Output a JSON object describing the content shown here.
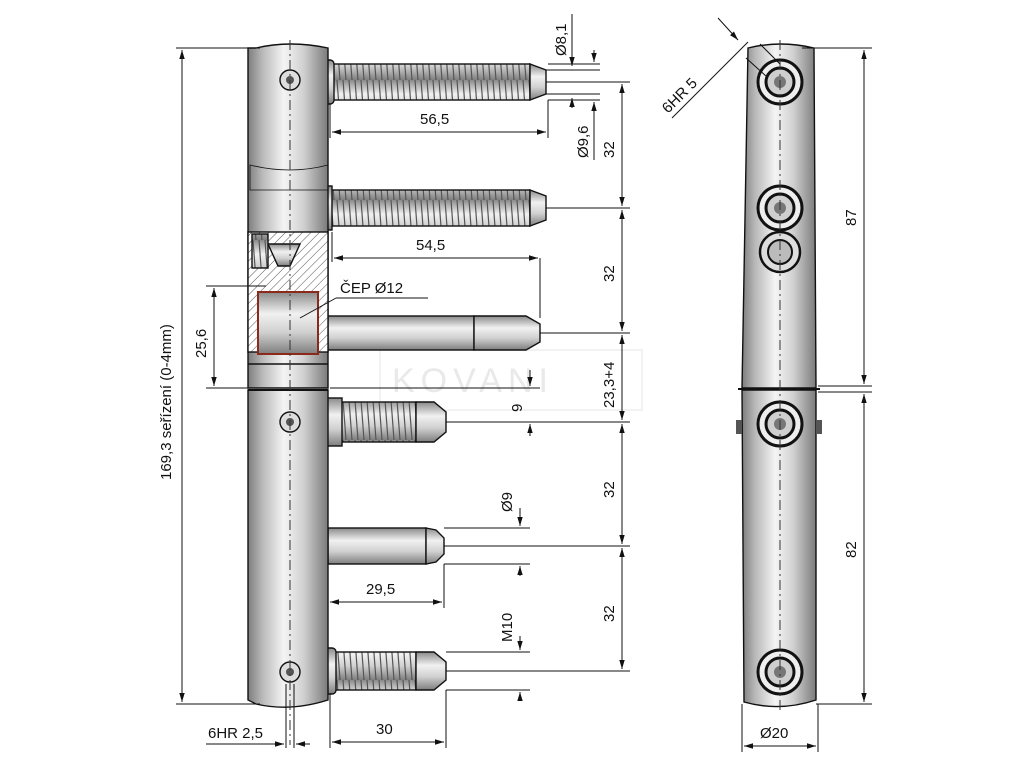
{
  "watermark": "KOVANI",
  "dimensions": {
    "d81": "Ø8,1",
    "d96": "Ø9,6",
    "l565": "56,5",
    "l545": "54,5",
    "cep": "ČEP Ø12",
    "h256": "25,6",
    "total": "169,3 seřízení (0-4mm)",
    "g9": "9",
    "d9": "Ø9",
    "l295": "29,5",
    "m10": "M10",
    "hr25": "6HR 2,5",
    "l30": "30",
    "v32a": "32",
    "v32b": "32",
    "v233": "23,3+4",
    "v32c": "32",
    "v32d": "32",
    "hr5": "6HR 5",
    "h87": "87",
    "h82": "82",
    "d20": "Ø20"
  },
  "colors": {
    "metal_light": "#f2f2f2",
    "metal_mid": "#c8c8c8",
    "metal_dark": "#8a8a8a",
    "hatch": "#8b2a1a",
    "lines": "#111111"
  }
}
